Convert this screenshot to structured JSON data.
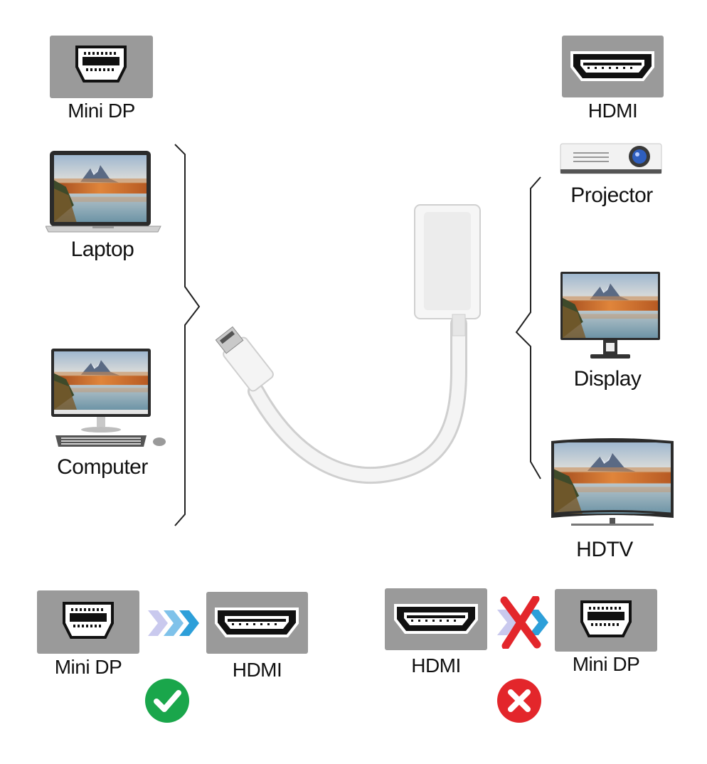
{
  "top_ports": {
    "input": {
      "label": "Mini DP",
      "icon": "mini-dp-port-icon"
    },
    "output": {
      "label": "HDMI",
      "icon": "hdmi-port-icon"
    }
  },
  "source_devices": [
    {
      "label": "Laptop",
      "icon": "laptop-icon"
    },
    {
      "label": "Computer",
      "icon": "desktop-computer-icon"
    }
  ],
  "target_devices": [
    {
      "label": "Projector",
      "icon": "projector-icon"
    },
    {
      "label": "Display",
      "icon": "monitor-icon"
    },
    {
      "label": "HDTV",
      "icon": "curved-tv-icon"
    }
  ],
  "compatibility": {
    "supported": {
      "from": "Mini DP",
      "to": "HDMI",
      "status_icon": "check-circle-icon",
      "status_color": "#1aa64b"
    },
    "unsupported": {
      "from": "HDMI",
      "to": "Mini DP",
      "status_icon": "x-circle-icon",
      "status_color": "#e3262b"
    }
  },
  "colors": {
    "port_box": "#9a9a9a",
    "arrow_blue": "#2d9fd9",
    "arrow_light": "#c9c9ee",
    "check_green": "#1aa64b",
    "cross_red": "#e3262b"
  }
}
